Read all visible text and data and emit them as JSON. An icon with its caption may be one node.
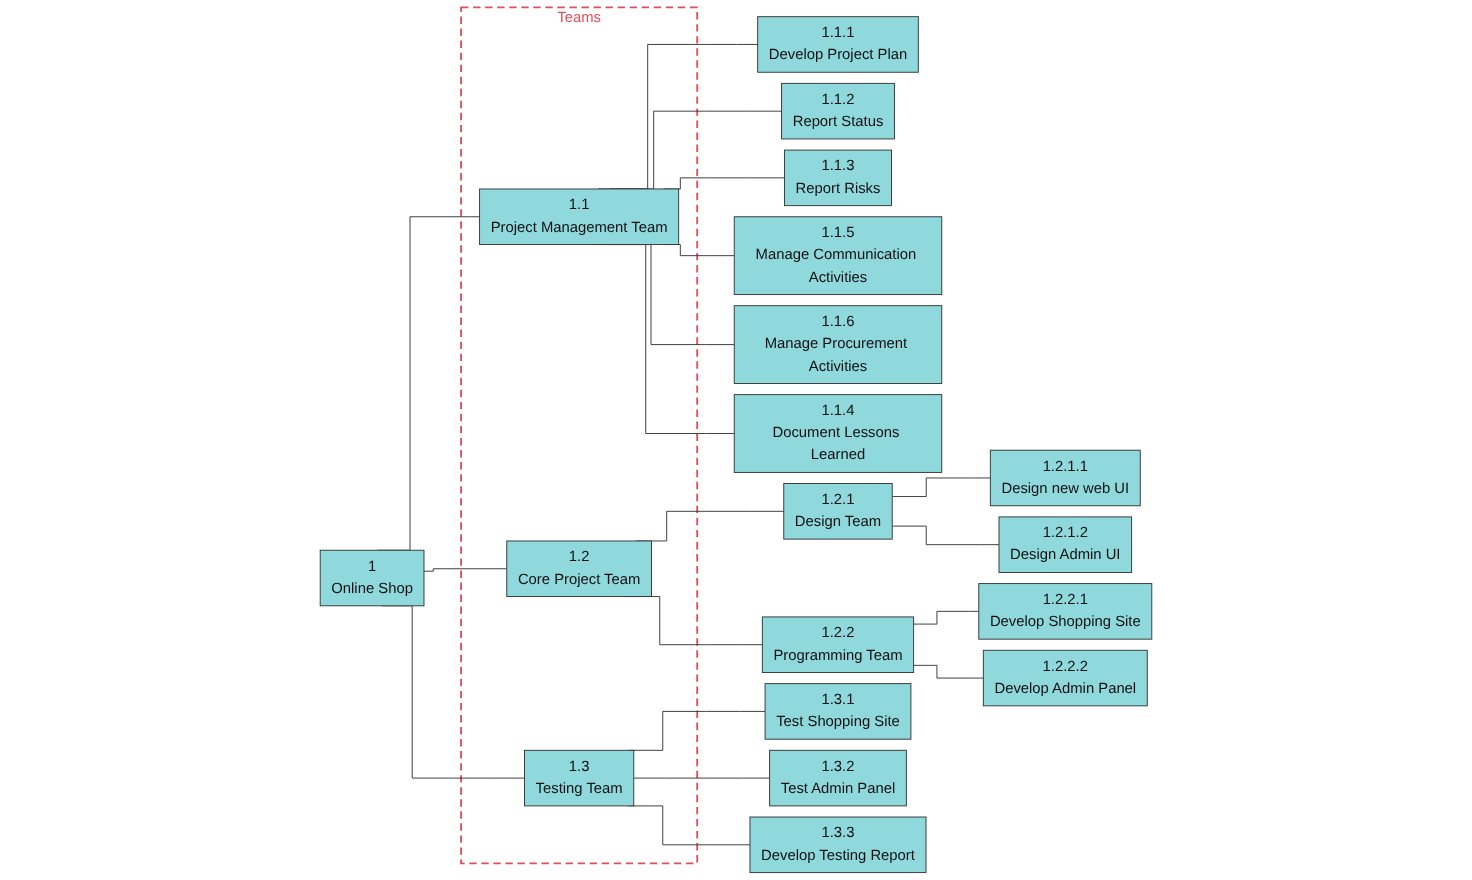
{
  "diagram": {
    "nodes": [
      {
        "text": [
          "1",
          "Online Shop"
        ]
      },
      {
        "text": [
          "Teams"
        ]
      },
      {
        "text": [
          "1.1",
          "Project Management Team"
        ],
        "in": 1
      },
      {
        "text": [
          "1.2",
          "Core Project Team"
        ],
        "in": 1
      },
      {
        "text": [
          "1.3",
          "Testing Team"
        ],
        "in": 1
      },
      {
        "text": [
          "1.1.1",
          "Develop Project Plan"
        ]
      },
      {
        "text": [
          "1.1.2",
          "Report Status"
        ]
      },
      {
        "text": [
          "1.1.3",
          "Report Risks"
        ]
      },
      {
        "text": [
          "1.1.5",
          "Manage Communication Activities"
        ]
      },
      {
        "text": [
          "1.1.6",
          "Manage Procurement Activities"
        ]
      },
      {
        "text": [
          "1.1.4",
          "Document Lessons Learned"
        ]
      },
      {
        "text": [
          "1.2.1",
          "Design Team"
        ]
      },
      {
        "text": [
          "1.2.1.1",
          "Design new web UI"
        ]
      },
      {
        "text": [
          "1.2.1.2",
          "Design Admin UI"
        ]
      },
      {
        "text": [
          "1.2.2",
          "Programming Team"
        ]
      },
      {
        "text": [
          "1.2.2.1",
          "Develop Shopping Site"
        ]
      },
      {
        "text": [
          "1.2.2.2",
          "Develop Admin Panel"
        ]
      },
      {
        "text": [
          "1.3.1",
          "Test Shopping Site"
        ]
      },
      {
        "text": [
          "1.3.2",
          "Test Admin Panel"
        ]
      },
      {
        "text": [
          "1.3.3",
          "Develop Testing Report"
        ]
      }
    ],
    "edges": [
      {
        "from": 0,
        "to": 2,
        "arrow": "none"
      },
      {
        "from": 0,
        "to": 3,
        "arrow": "none"
      },
      {
        "from": 0,
        "to": 4,
        "arrow": "none"
      },
      {
        "from": 2,
        "to": 5,
        "arrow": "none"
      },
      {
        "from": 2,
        "to": 6,
        "arrow": "none"
      },
      {
        "from": 2,
        "to": 7,
        "arrow": "none"
      },
      {
        "from": 2,
        "to": 8,
        "arrow": "none"
      },
      {
        "from": 2,
        "to": 9,
        "arrow": "none"
      },
      {
        "from": 2,
        "to": 10,
        "arrow": "none"
      },
      {
        "from": 3,
        "to": 11,
        "arrow": "none"
      },
      {
        "from": 11,
        "to": 12,
        "arrow": "none"
      },
      {
        "from": 11,
        "to": 13,
        "arrow": "none"
      },
      {
        "from": 3,
        "to": 14,
        "arrow": "none"
      },
      {
        "from": 14,
        "to": 15,
        "arrow": "none"
      },
      {
        "from": 14,
        "to": 16,
        "arrow": "none"
      },
      {
        "from": 4,
        "to": 17,
        "arrow": "none"
      },
      {
        "from": 4,
        "to": 18,
        "arrow": "none"
      },
      {
        "from": 4,
        "to": 19,
        "arrow": "none"
      }
    ]
  }
}
